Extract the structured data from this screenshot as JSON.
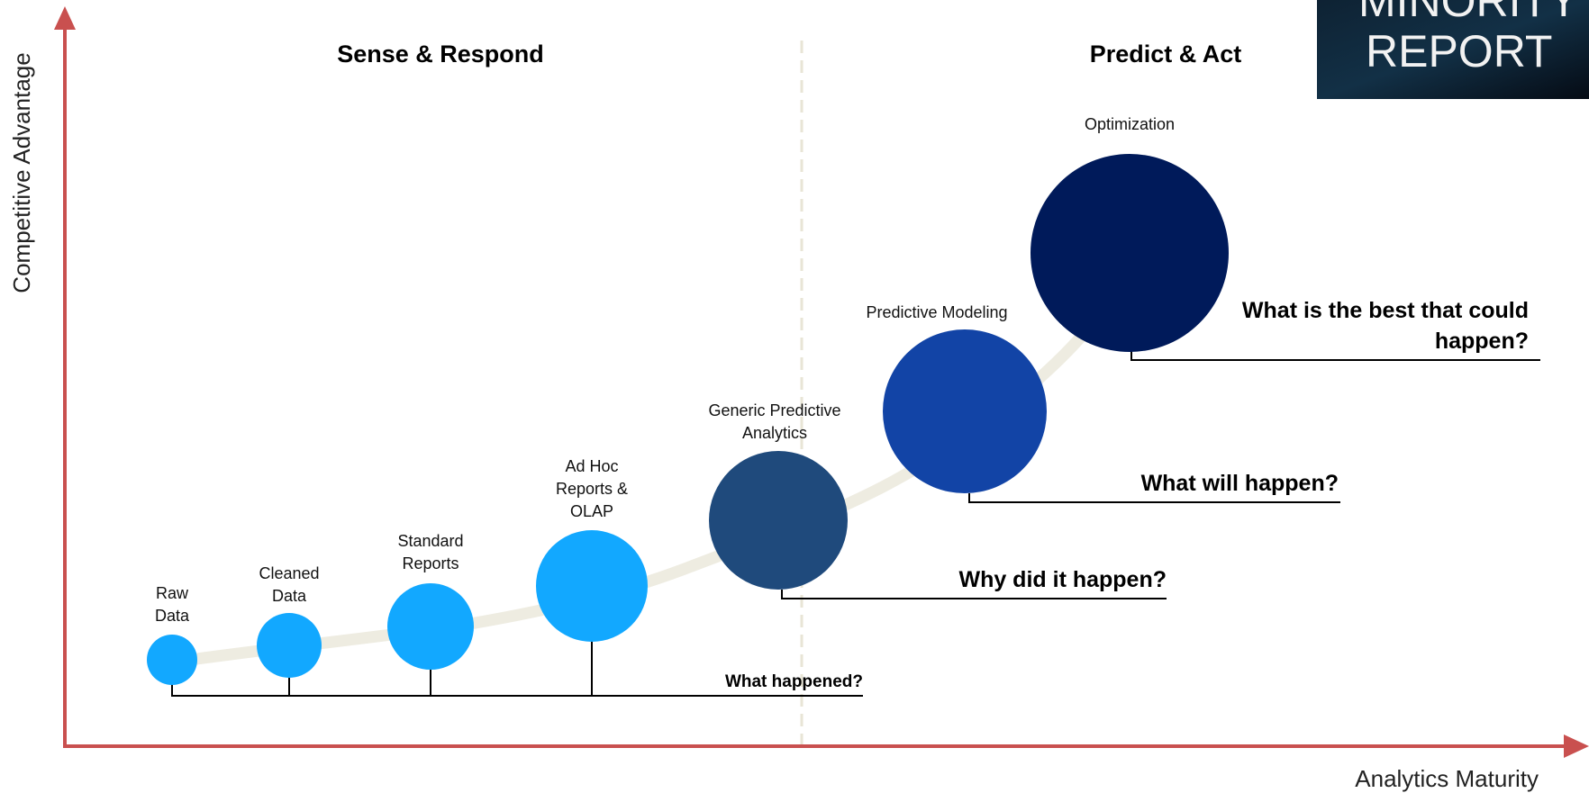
{
  "axes": {
    "x_label": "Analytics Maturity",
    "y_label": "Competitive Advantage"
  },
  "regions": {
    "left_title": "Sense & Respond",
    "right_title": "Predict & Act"
  },
  "logo": {
    "line1": "MINORITY",
    "line2": "REPORT"
  },
  "stages": [
    {
      "label_lines": [
        "Raw",
        "Data"
      ],
      "color": "#12a8ff"
    },
    {
      "label_lines": [
        "Cleaned",
        "Data"
      ],
      "color": "#12a8ff"
    },
    {
      "label_lines": [
        "Standard",
        "Reports"
      ],
      "color": "#12a8ff"
    },
    {
      "label_lines": [
        "Ad Hoc",
        "Reports &",
        "OLAP"
      ],
      "color": "#12a8ff"
    },
    {
      "label_lines": [
        "Generic Predictive",
        "Analytics"
      ],
      "color": "#1f4a7c"
    },
    {
      "label_lines": [
        "Predictive Modeling"
      ],
      "color": "#1244a6"
    },
    {
      "label_lines": [
        "Optimization"
      ],
      "color": "#001a5a"
    }
  ],
  "questions": [
    {
      "lines": [
        "What happened?"
      ]
    },
    {
      "lines": [
        "Why did it happen?"
      ]
    },
    {
      "lines": [
        "What will happen?"
      ]
    },
    {
      "lines": [
        "What is the best that could",
        "happen?"
      ]
    }
  ],
  "colors": {
    "axis": "#c9504f",
    "curve": "#eeece1",
    "divider": "#e8e5d6",
    "leader": "#000000",
    "logo_bg": "#0b1a2e"
  }
}
